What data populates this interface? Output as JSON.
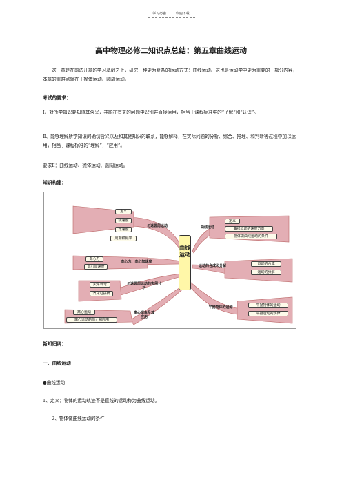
{
  "header": {
    "left": "学习必备",
    "right": "欢迎下载"
  },
  "title": "高中物理必修二知识点总结：第五章曲线运动",
  "intro": "这一章是在前边几章的学习基础之上，研究一种更为复杂的运动方式：曲线运动。这也是运动学中更为重要的一部分内容，本章的重难点就在于抛体运动、圆周运动。",
  "exam_heading": "考试的要求：",
  "req1": "Ⅰ、对所学知识要知道其含义，并能在有关的问题中识别并直接运用，相当于课程标准中的“了解”和“认识”。",
  "req2": "Ⅱ、能够理解所学知识的确切含义以及和其他知识的联系，能够解释，在实际问题的分析、综合、推理、和判断等过程中加以运用，相当于课程标准的“理解”，“应用”。",
  "req3": "要求Ⅱ：曲线运动、抛体运动、圆周运动。",
  "structure_heading": "知识构建：",
  "mindmap": {
    "center": "曲线运动",
    "tl_items": [
      "定义",
      "线速度",
      "角速度",
      "周期和频率"
    ],
    "tl_node": "匀速圆周运动",
    "ml_items": [
      "向心力",
      "向心加速度"
    ],
    "ml_node": "向心力、向心加速度",
    "bl_items": [
      "火车转弯",
      "汽车过拱桥"
    ],
    "bl_node": "匀速圆周运动的实例分析",
    "bb_items": [
      "离心运动",
      "离心运动的防止和应用"
    ],
    "bb_node": "离心现象及其应用",
    "tr_node": "曲线运动",
    "tr_items": [
      "定义",
      "曲线运动的速度方向",
      "物体做曲线运动的条件"
    ],
    "mr_node": "运动的合成和分解",
    "mr_items": [
      "运动的合成",
      "运动的分解"
    ],
    "br_node": "平抛物体的运动",
    "br_items": [
      "平抛物体的运动",
      "平抛运动的规律"
    ]
  },
  "new_heading": "新知归纳：",
  "section1": "一、曲线运动",
  "bullet1": "●曲线运动",
  "def1": "1、定义：物体的运动轨迹不是直线的运动称为曲线运动。",
  "cond1": "2、物体做曲线运动的条件",
  "colors": {
    "branch": "#d9a0a6",
    "center": "#fff7a8"
  }
}
